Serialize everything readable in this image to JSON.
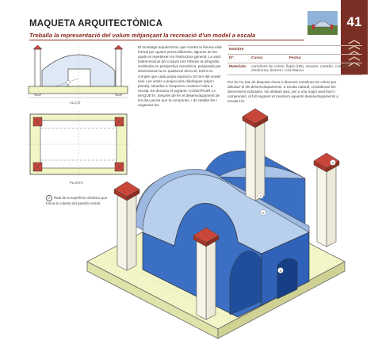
{
  "header": {
    "title": "MAQUETA ARQUITECTÒNICA",
    "subtitle": "Treballa la representació del volum mitjançant la recreació d'un model a escala",
    "page_number": "41"
  },
  "drawings": {
    "elevation_label": "ALÇAT",
    "plan_label": "PLANTA",
    "note_marker": "2",
    "note_text": "Radi de la superfície cilíndrica que forma la coberta del pavelló central."
  },
  "body_text": "El muntatge arquitectònic que mostra la làmina està format per quatre peces diferents, algunes de les quals es repeteixen en l'estructura general. La visió tridimensional del conjunt ens l'ofereix la infografia realitzada en perspectiva isomètrica, preparada per dimensionar-la en qualsevol direcció, tenint en compte que cada pauta equival a 10 mm del model real. Les vistes o projeccions dièdriques (alçat i planta), situades a l'esquerra, mostren l'obra a escala. Es demana el següent: CONSTRUIR LA MAQUETA, després de fer el desenvolupament de les deu peces que la componen, i de retallar-les i engansar-les.",
  "form": {
    "name_label": "Nombre:",
    "number_label": "Nº:",
    "course_label": "Curso:",
    "date_label": "Fecha:",
    "materials_label": "Materials:",
    "materials_value": "cartolines de colors, llapis (HB), escaire, cartabó, compàs, goma d'esborrar, tisores i cola blanca."
  },
  "right_text": "Per fer-ho has de disposar d'una o diverses cartolines de colors per dibuixar-hi els desenvolupaments, a escala natural, considerant les dimensions indicades. No obstant això, per a una major aval·lació i comprensió, al full següent et mostrem aquests desenvolupaments a escala 1/3.",
  "iso_markers": [
    "1",
    "2",
    "3",
    "4"
  ],
  "colors": {
    "accent": "#7b2f24",
    "dome": "#a9c4e8",
    "wall": "#3b6fc4",
    "base": "#f2f5c6",
    "roof_red": "#c9473a"
  }
}
